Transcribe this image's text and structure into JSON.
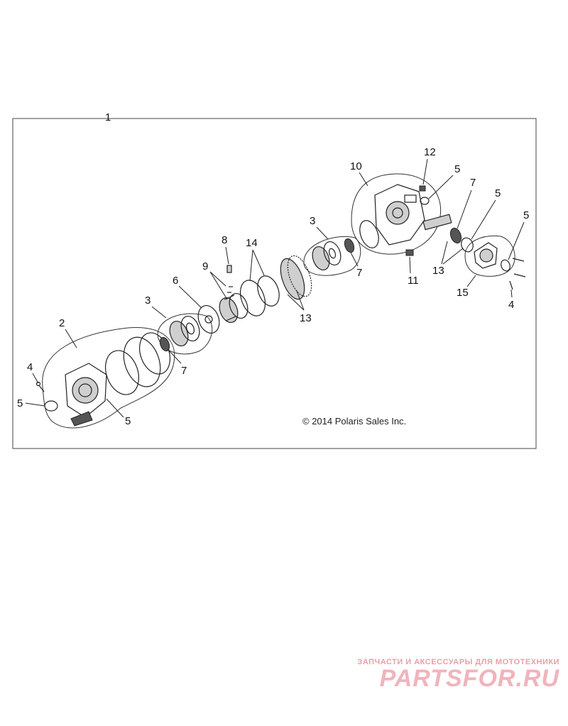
{
  "diagram": {
    "assembly_callout": "1",
    "copyright": "© 2014 Polaris Sales Inc.",
    "callouts": {
      "c2": "2",
      "c3_left": "3",
      "c3_right": "3",
      "c4_left": "4",
      "c4_right": "4",
      "c5_left": "5",
      "c5_mid": "5",
      "c5_top": "5",
      "c5_right_a": "5",
      "c5_right_b": "5",
      "c6": "6",
      "c7_left": "7",
      "c7_right_a": "7",
      "c7_right_b": "7",
      "c8": "8",
      "c9": "9",
      "c10": "10",
      "c11": "11",
      "c12": "12",
      "c13_mid": "13",
      "c13_right": "13",
      "c14": "14",
      "c15": "15"
    }
  },
  "watermark": {
    "tagline": "ЗАПЧАСТИ И АКСЕССУАРЫ ДЛЯ МОТОТЕХНИКИ",
    "brand": "PARTSFOR.RU"
  }
}
